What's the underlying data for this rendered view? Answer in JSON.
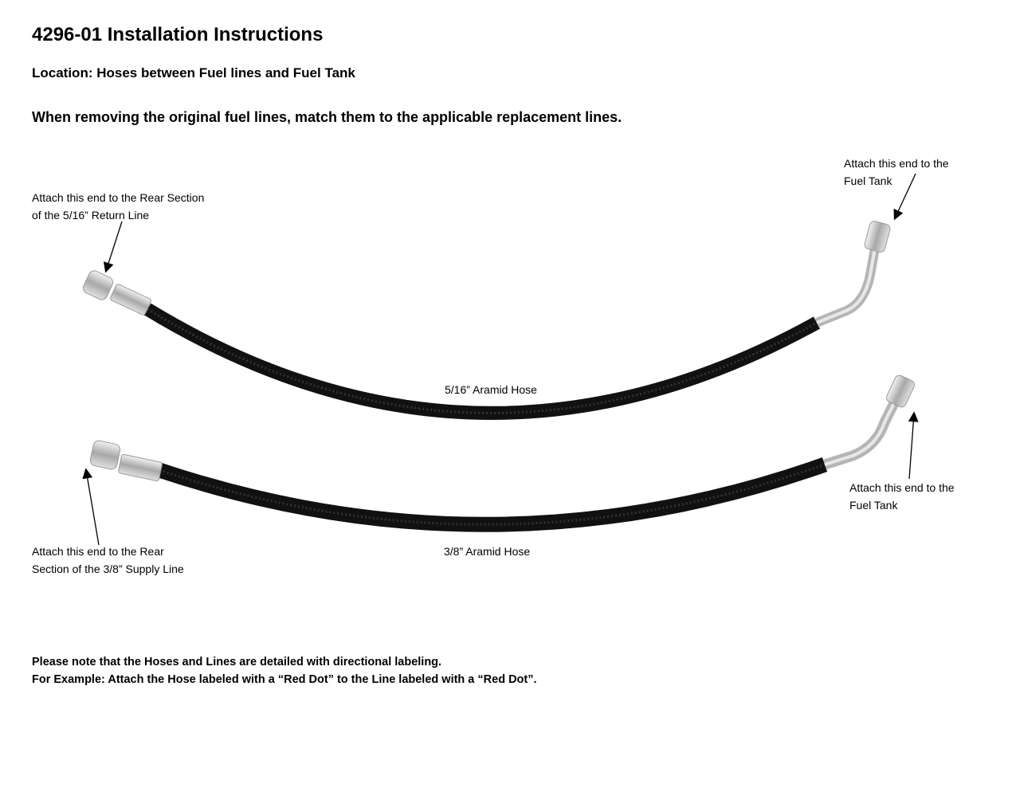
{
  "title": "4296-01 Installation Instructions",
  "location": "Location: Hoses between Fuel lines and Fuel Tank",
  "instruction": "When removing the original fuel lines, match them to the applicable replacement lines.",
  "labels": {
    "hose1_left": [
      "Attach this end to the Rear Section",
      "of the 5/16” Return  Line"
    ],
    "hose1_right": [
      "Attach this end to the",
      "Fuel Tank"
    ],
    "hose1_name": "5/16” Aramid Hose",
    "hose2_left": [
      "Attach this end to the Rear",
      "Section of the 3/8” Supply Line"
    ],
    "hose2_right": [
      "Attach this end to the",
      "Fuel Tank"
    ],
    "hose2_name": "3/8” Aramid Hose"
  },
  "notes": [
    "Please note that the Hoses and Lines are detailed with directional labeling.",
    "For Example: Attach the Hose labeled with a “Red Dot” to the Line labeled with a “Red Dot”."
  ]
}
